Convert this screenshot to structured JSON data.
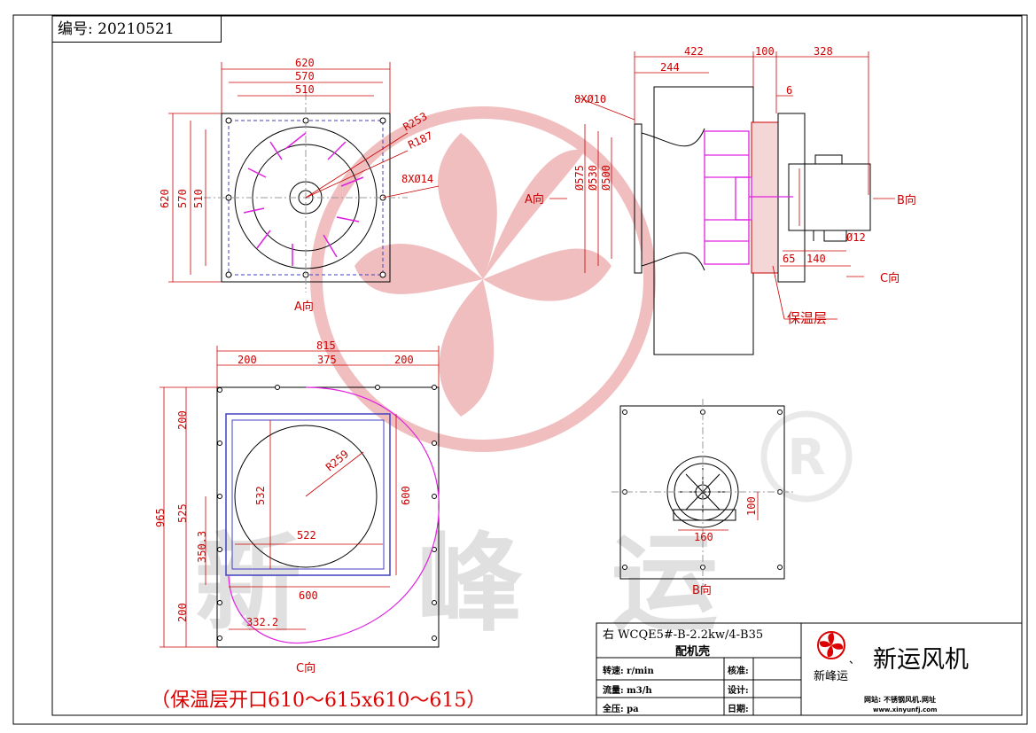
{
  "drawing_number": "编号: 20210521",
  "model_line": "右 WCQE5#-B-2.2kw/4-B35",
  "model_subtitle": "配机壳",
  "title_block": {
    "speed_label": "转速: r/min",
    "flow_label": "流量: m3/h",
    "pressure_label": "全压: pa",
    "check_label": "核准:",
    "design_label": "设计:",
    "date_label": "日期:"
  },
  "brand": {
    "name": "新运风机",
    "sub": "新峰运",
    "site_label": "网站: 不锈钢风机.网址",
    "site_url": "www.xinyunfj.com"
  },
  "insulation_note": "（保温层开口610～615x610～615）",
  "watermark_text": [
    "新",
    "峰",
    "运"
  ],
  "views": {
    "a_view": {
      "dims": [
        "620",
        "570",
        "510",
        "620",
        "570",
        "510",
        "R253",
        "R187",
        "8XØ14"
      ],
      "label": "A向"
    },
    "side_view": {
      "dims": [
        "422",
        "100",
        "328",
        "244",
        "8XØ10",
        "6",
        "Ø575",
        "Ø530",
        "Ø500",
        "Ø12",
        "65",
        "140",
        "保温层"
      ],
      "a_label": "A向",
      "b_label": "B向",
      "c_label": "C向"
    },
    "c_view": {
      "dims": [
        "815",
        "200",
        "375",
        "200",
        "200",
        "965",
        "525",
        "350.3",
        "200",
        "332.2",
        "600",
        "522",
        "532",
        "600",
        "R259"
      ],
      "label": "C向"
    },
    "b_view": {
      "dims": [
        "160",
        "100"
      ],
      "label": "B向"
    }
  },
  "colors": {
    "line": "#000000",
    "dimension": "#cc0000",
    "impeller": "#e020e0",
    "insulation_frame": "#4040c0",
    "watermark": "#e8a0a0",
    "watermark_text": "#c8c8c8"
  }
}
